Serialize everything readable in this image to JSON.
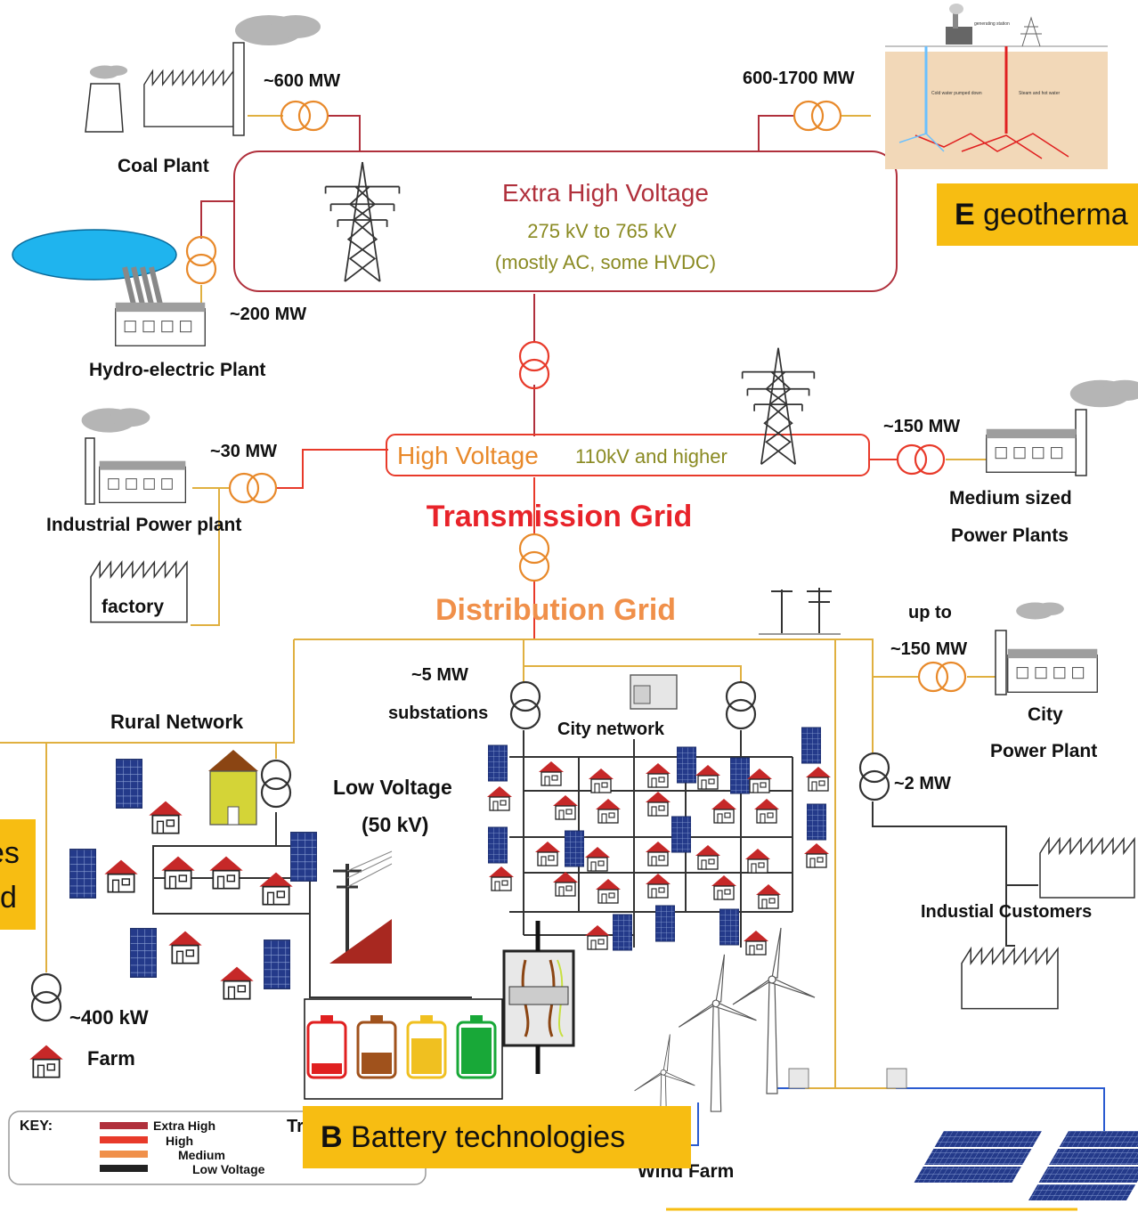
{
  "sources": {
    "coal_plant": "Coal Plant",
    "coal_mw": "~600 MW",
    "hydro_plant": "Hydro-electric Plant",
    "hydro_mw": "~200 MW",
    "geo_mw": "600-1700 MW",
    "industrial_plant": "Industrial Power plant",
    "industrial_mw": "~30 MW",
    "factory": "factory",
    "medium_line1": "Medium sized",
    "medium_line2": "Power Plants",
    "medium_mw": "~150 MW",
    "city_up_to": "up to",
    "city_mw": "~150 MW",
    "city_plant_line1": "City",
    "city_plant_line2": "Power Plant"
  },
  "grid": {
    "ehv_title": "Extra High Voltage",
    "ehv_range": "275 kV to 765 kV",
    "ehv_note": "(mostly AC, some HVDC)",
    "hv_title": "High Voltage",
    "hv_note": "110kV and higher",
    "transmission": "Transmission Grid",
    "distribution": "Distribution Grid"
  },
  "network": {
    "rural": "Rural Network",
    "substation_mw": "~5 MW",
    "substations": "substations",
    "city_network": "City network",
    "low_voltage": "Low Voltage",
    "low_voltage_kv": "(50 kV)",
    "mw2": "~2 MW",
    "industrial_customers": "Industial Customers",
    "farm_kw": "~400 kW",
    "farm": "Farm",
    "wind_farm": "Wind Farm"
  },
  "geothermal_figure": {
    "station": "generating station",
    "cold": "Cold water pumped down",
    "steam": "Steam and hot water"
  },
  "key": {
    "title": "KEY:",
    "items": [
      "Extra High",
      "High",
      "Medium",
      "Low Voltage"
    ],
    "partial": "Tr"
  },
  "callouts": {
    "e_letter": "E",
    "e_text": "geotherma",
    "b_letter": "B",
    "b_text": "Battery technologies",
    "left_line1": "es",
    "left_line2": "d"
  },
  "colors": {
    "ehv": "#b0303c",
    "hv": "#e83a2a",
    "medium": "#e8892a",
    "low": "#222222",
    "dist_line": "#e0b040",
    "callout": "#f7bd12",
    "solar": "#2a3f8f",
    "roof": "#c62828"
  }
}
